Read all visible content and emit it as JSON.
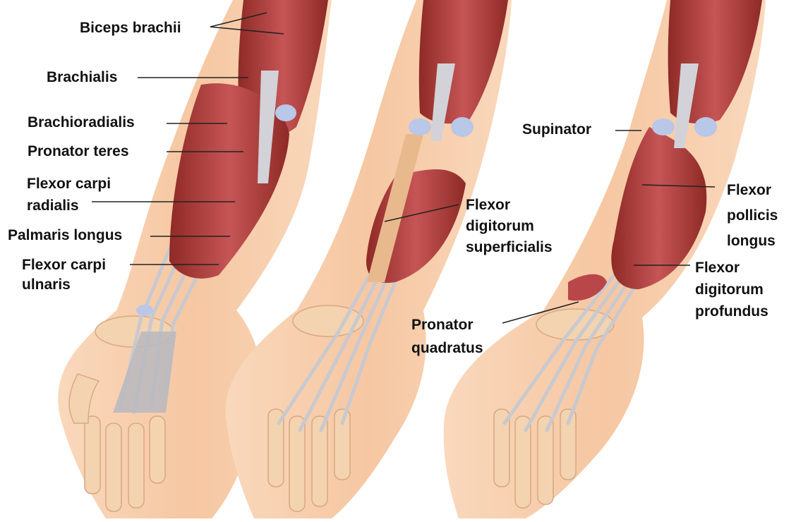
{
  "colors": {
    "skin": "#f6c9a4",
    "bone": "#f3d3b0",
    "muscle_dark": "#8e2a26",
    "muscle": "#b9474a",
    "muscle_light": "#d98a8a",
    "tendon": "#cfcfd4",
    "cartilage": "#b9c7e8",
    "label_text": "#111111"
  },
  "panels": [
    {
      "labels": [
        {
          "name": "biceps-brachii",
          "lines": [
            "Biceps brachii"
          ]
        },
        {
          "name": "brachialis",
          "lines": [
            "Brachialis"
          ]
        },
        {
          "name": "brachioradialis",
          "lines": [
            "Brachioradialis"
          ]
        },
        {
          "name": "pronator-teres",
          "lines": [
            "Pronator teres"
          ]
        },
        {
          "name": "flexor-carpi-radialis",
          "lines": [
            "Flexor carpi",
            "radialis"
          ]
        },
        {
          "name": "palmaris-longus",
          "lines": [
            "Palmaris longus"
          ]
        },
        {
          "name": "flexor-carpi-ulnaris",
          "lines": [
            "Flexor carpi",
            "ulnaris"
          ]
        }
      ]
    },
    {
      "labels": [
        {
          "name": "flexor-digitorum-superficialis",
          "lines": [
            "Flexor",
            "digitorum",
            "superficialis"
          ]
        }
      ]
    },
    {
      "labels": [
        {
          "name": "supinator",
          "lines": [
            "Supinator"
          ]
        },
        {
          "name": "flexor-pollicis-longus",
          "lines": [
            "Flexor",
            "pollicis",
            "longus"
          ]
        },
        {
          "name": "flexor-digitorum-profundus",
          "lines": [
            "Flexor",
            "digitorum",
            "profundus"
          ]
        },
        {
          "name": "pronator-quadratus",
          "lines": [
            "Pronator",
            "quadratus"
          ]
        }
      ]
    }
  ]
}
